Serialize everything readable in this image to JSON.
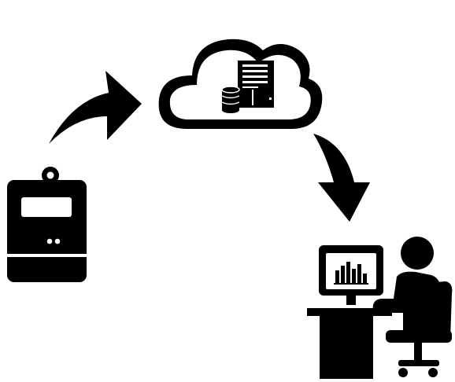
{
  "colors": {
    "ink": "#000000",
    "background": "#ffffff"
  },
  "nodes": [
    {
      "id": "meter",
      "icon": "smart-meter-icon"
    },
    {
      "id": "cloud",
      "icon": "cloud-server-icon"
    },
    {
      "id": "operator",
      "icon": "operator-workstation-icon"
    }
  ],
  "edges": [
    {
      "from": "meter",
      "to": "cloud",
      "icon": "curved-arrow-icon"
    },
    {
      "from": "cloud",
      "to": "operator",
      "icon": "curved-arrow-icon"
    }
  ]
}
